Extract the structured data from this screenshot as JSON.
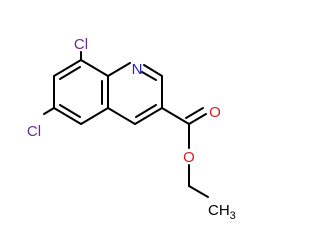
{
  "molecule": {
    "colors": {
      "bond": "#000000",
      "chlorine": "#6b2a8c",
      "nitrogen": "#2323c8",
      "oxygen": "#d62020",
      "carbon": "#000000"
    },
    "atoms": {
      "cl_top": "Cl",
      "cl_left": "Cl",
      "nitrogen": "N",
      "oxygen_carbonyl": "O",
      "oxygen_ester": "O",
      "methyl_main": "CH",
      "methyl_sub": "3"
    }
  }
}
